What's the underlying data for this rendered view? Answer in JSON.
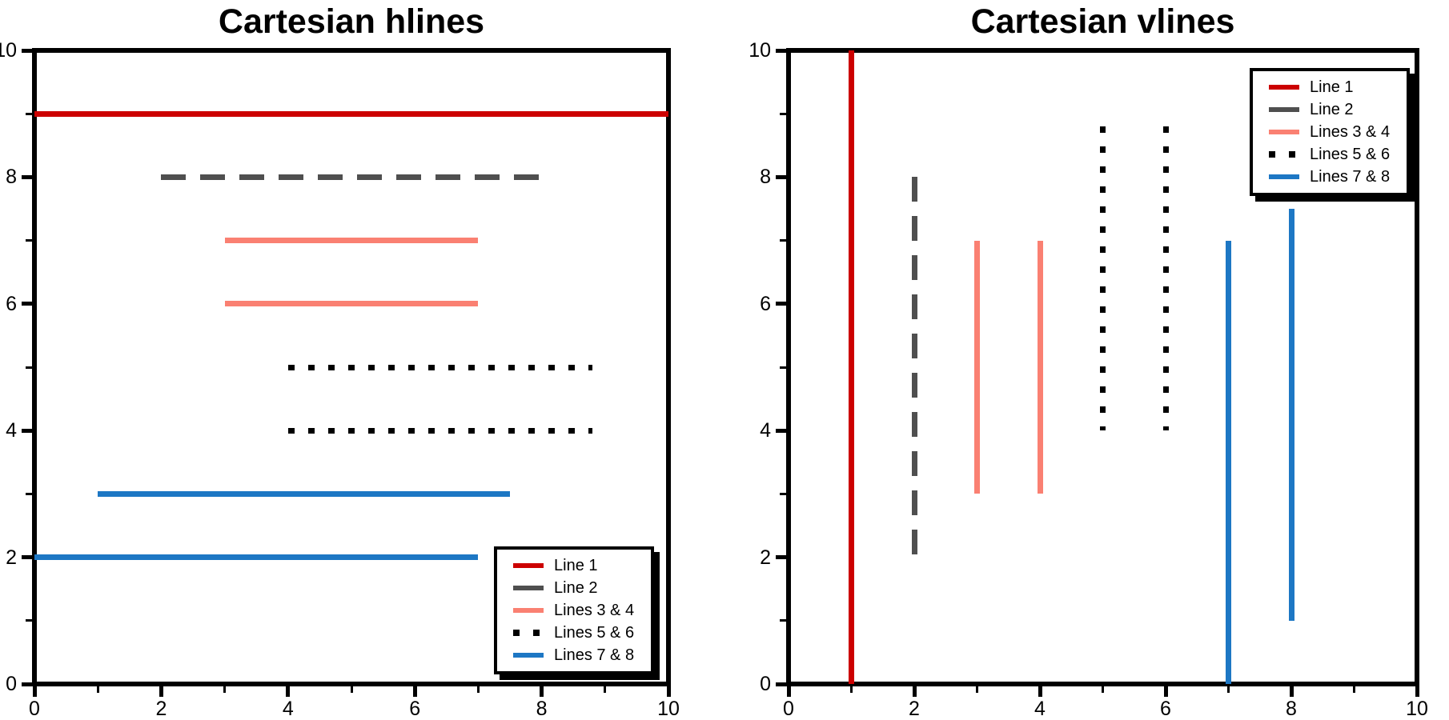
{
  "figure": {
    "background": "#ffffff"
  },
  "palette": {
    "red": "#cc0000",
    "gray": "#4f4f4f",
    "salmon": "#fa8072",
    "black": "#000000",
    "blue": "#1d77c4"
  },
  "chart_data": [
    {
      "type": "line",
      "variant": "hlines",
      "title": "Cartesian hlines",
      "xlabel": "",
      "ylabel": "",
      "xlim": [
        0,
        10
      ],
      "ylim": [
        0,
        10
      ],
      "xticks": [
        0,
        2,
        4,
        6,
        8,
        10
      ],
      "yticks": [
        0,
        2,
        4,
        6,
        8,
        10
      ],
      "minor_xticks": [
        1,
        3,
        5,
        7,
        9
      ],
      "minor_yticks": [
        1,
        3,
        5,
        7,
        9
      ],
      "grid": false,
      "legend_position": "lower right",
      "series": [
        {
          "name": "Line 1",
          "color": "red",
          "style": "solid",
          "segments": [
            {
              "y": 9,
              "xmin": 0,
              "xmax": 10
            }
          ]
        },
        {
          "name": "Line 2",
          "color": "gray",
          "style": "dashed",
          "segments": [
            {
              "y": 8,
              "xmin": 2,
              "xmax": 8
            }
          ]
        },
        {
          "name": "Lines 3 & 4",
          "color": "salmon",
          "style": "solid",
          "segments": [
            {
              "y": 7,
              "xmin": 3,
              "xmax": 7
            },
            {
              "y": 6,
              "xmin": 3,
              "xmax": 7
            }
          ]
        },
        {
          "name": "Lines 5 & 6",
          "color": "black",
          "style": "dotted",
          "segments": [
            {
              "y": 5,
              "xmin": 4,
              "xmax": 8.8
            },
            {
              "y": 4,
              "xmin": 4,
              "xmax": 8.8
            }
          ]
        },
        {
          "name": "Lines 7 & 8",
          "color": "blue",
          "style": "solid",
          "segments": [
            {
              "y": 3,
              "xmin": 1,
              "xmax": 7.5
            },
            {
              "y": 2,
              "xmin": 0,
              "xmax": 7
            }
          ]
        }
      ]
    },
    {
      "type": "line",
      "variant": "vlines",
      "title": "Cartesian vlines",
      "xlabel": "",
      "ylabel": "",
      "xlim": [
        0,
        10
      ],
      "ylim": [
        0,
        10
      ],
      "xticks": [
        0,
        2,
        4,
        6,
        8,
        10
      ],
      "yticks": [
        0,
        2,
        4,
        6,
        8,
        10
      ],
      "minor_xticks": [
        1,
        3,
        5,
        7,
        9
      ],
      "minor_yticks": [
        1,
        3,
        5,
        7,
        9
      ],
      "grid": false,
      "legend_position": "upper right",
      "series": [
        {
          "name": "Line 1",
          "color": "red",
          "style": "solid",
          "segments": [
            {
              "x": 1,
              "ymin": 0,
              "ymax": 10
            }
          ]
        },
        {
          "name": "Line 2",
          "color": "gray",
          "style": "dashed",
          "segments": [
            {
              "x": 2,
              "ymin": 2,
              "ymax": 8
            }
          ]
        },
        {
          "name": "Lines 3 & 4",
          "color": "salmon",
          "style": "solid",
          "segments": [
            {
              "x": 3,
              "ymin": 3,
              "ymax": 7
            },
            {
              "x": 4,
              "ymin": 3,
              "ymax": 7
            }
          ]
        },
        {
          "name": "Lines 5 & 6",
          "color": "black",
          "style": "dotted",
          "segments": [
            {
              "x": 5,
              "ymin": 4,
              "ymax": 8.8
            },
            {
              "x": 6,
              "ymin": 4,
              "ymax": 8.8
            }
          ]
        },
        {
          "name": "Lines 7 & 8",
          "color": "blue",
          "style": "solid",
          "segments": [
            {
              "x": 7,
              "ymin": 0,
              "ymax": 7
            },
            {
              "x": 8,
              "ymin": 1,
              "ymax": 7.5
            }
          ]
        }
      ]
    }
  ]
}
